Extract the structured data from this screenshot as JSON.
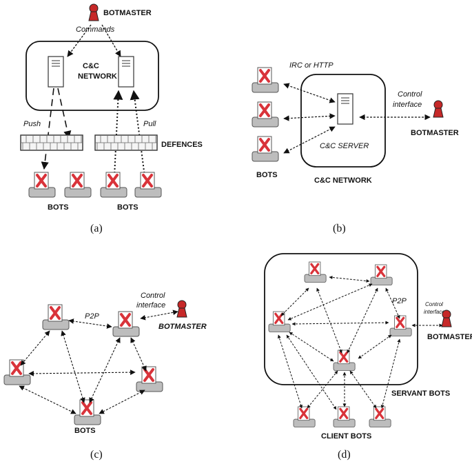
{
  "colors": {
    "bot_red": "#d9333a",
    "bot_base": "#bdbdbd",
    "botmaster": "#c62828",
    "line": "#111111"
  },
  "panel_a": {
    "botmaster": "BOTMASTER",
    "commands": "Commands",
    "cc_network": [
      "C&C",
      "NETWORK"
    ],
    "push": "Push",
    "pull": "Pull",
    "defences": "DEFENCES",
    "bots_left": "BOTS",
    "bots_right": "BOTS",
    "caption": "(a)"
  },
  "panel_b": {
    "protocol": "IRC or HTTP",
    "control_interface": [
      "Control",
      "interface"
    ],
    "botmaster": "BOTMASTER",
    "cc_server": "C&C SERVER",
    "bots": "BOTS",
    "cc_network": "C&C NETWORK",
    "caption": "(b)"
  },
  "panel_c": {
    "p2p": "P2P",
    "control_interface": [
      "Control",
      "interface"
    ],
    "botmaster": "BOTMASTER",
    "bots": "BOTS",
    "caption": "(c)"
  },
  "panel_d": {
    "p2p": "P2P",
    "control_interface": [
      "Control",
      "interface"
    ],
    "botmaster": "BOTMASTER",
    "servant_bots": "SERVANT BOTS",
    "client_bots": "CLIENT BOTS",
    "caption": "(d)"
  }
}
